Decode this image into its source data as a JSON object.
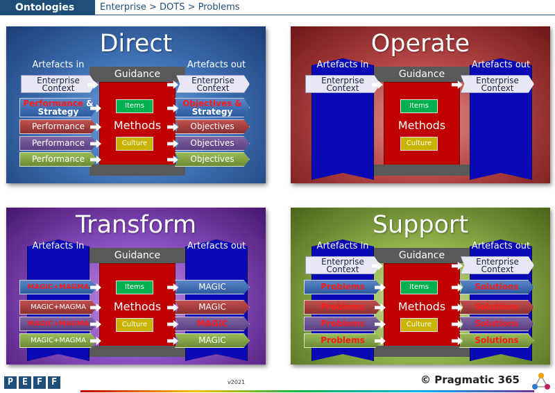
{
  "header": {
    "tag": "Ontologies",
    "breadcrumb": "Enterprise > DOTS > Problems"
  },
  "common": {
    "artefacts_in": "Artefacts in",
    "artefacts_out": "Artefacts out",
    "guidance": "Guidance",
    "methods": "Methods",
    "items": "Items",
    "culture": "Culture",
    "context_l1": "Enterprise",
    "context_l2": "Context"
  },
  "panels": {
    "direct": {
      "title": "Direct",
      "in": [
        {
          "parts": [
            "Performance",
            " & ",
            "Strategy"
          ]
        },
        {
          "text": "Performance"
        },
        {
          "text": "Performance"
        },
        {
          "text": "Performance"
        }
      ],
      "out": [
        {
          "parts": [
            "Objectives &",
            "Strategy"
          ]
        },
        {
          "text": "Objectives"
        },
        {
          "text": "Objectives"
        },
        {
          "text": "Objectives"
        }
      ]
    },
    "operate": {
      "title": "Operate"
    },
    "transform": {
      "title": "Transform",
      "in": [
        "MAGIC+MAGMA",
        "MAGIC+MAGMA",
        "MAGIC+MAGMA",
        "MAGIC+MAGMA"
      ],
      "out": [
        "MAGIC",
        "MAGIC",
        "MAGIC",
        "MAGIC"
      ]
    },
    "support": {
      "title": "Support",
      "in": [
        "Problems",
        "Problems",
        "Problems",
        "Problems"
      ],
      "out": [
        "Solutions",
        "Solutions",
        "Solutions",
        "Solutions"
      ]
    }
  },
  "footer": {
    "peff": [
      "P",
      "E",
      "F",
      "F"
    ],
    "version": "v2021",
    "brand": "© Pragmatic 365"
  },
  "colors": {
    "header": "#1f4e79",
    "direct": "#3f73b8",
    "operate": "#b54646",
    "transform": "#8a4fc2",
    "support": "#8fb04a",
    "core": "#c00000",
    "column": "#0a0ab4"
  }
}
